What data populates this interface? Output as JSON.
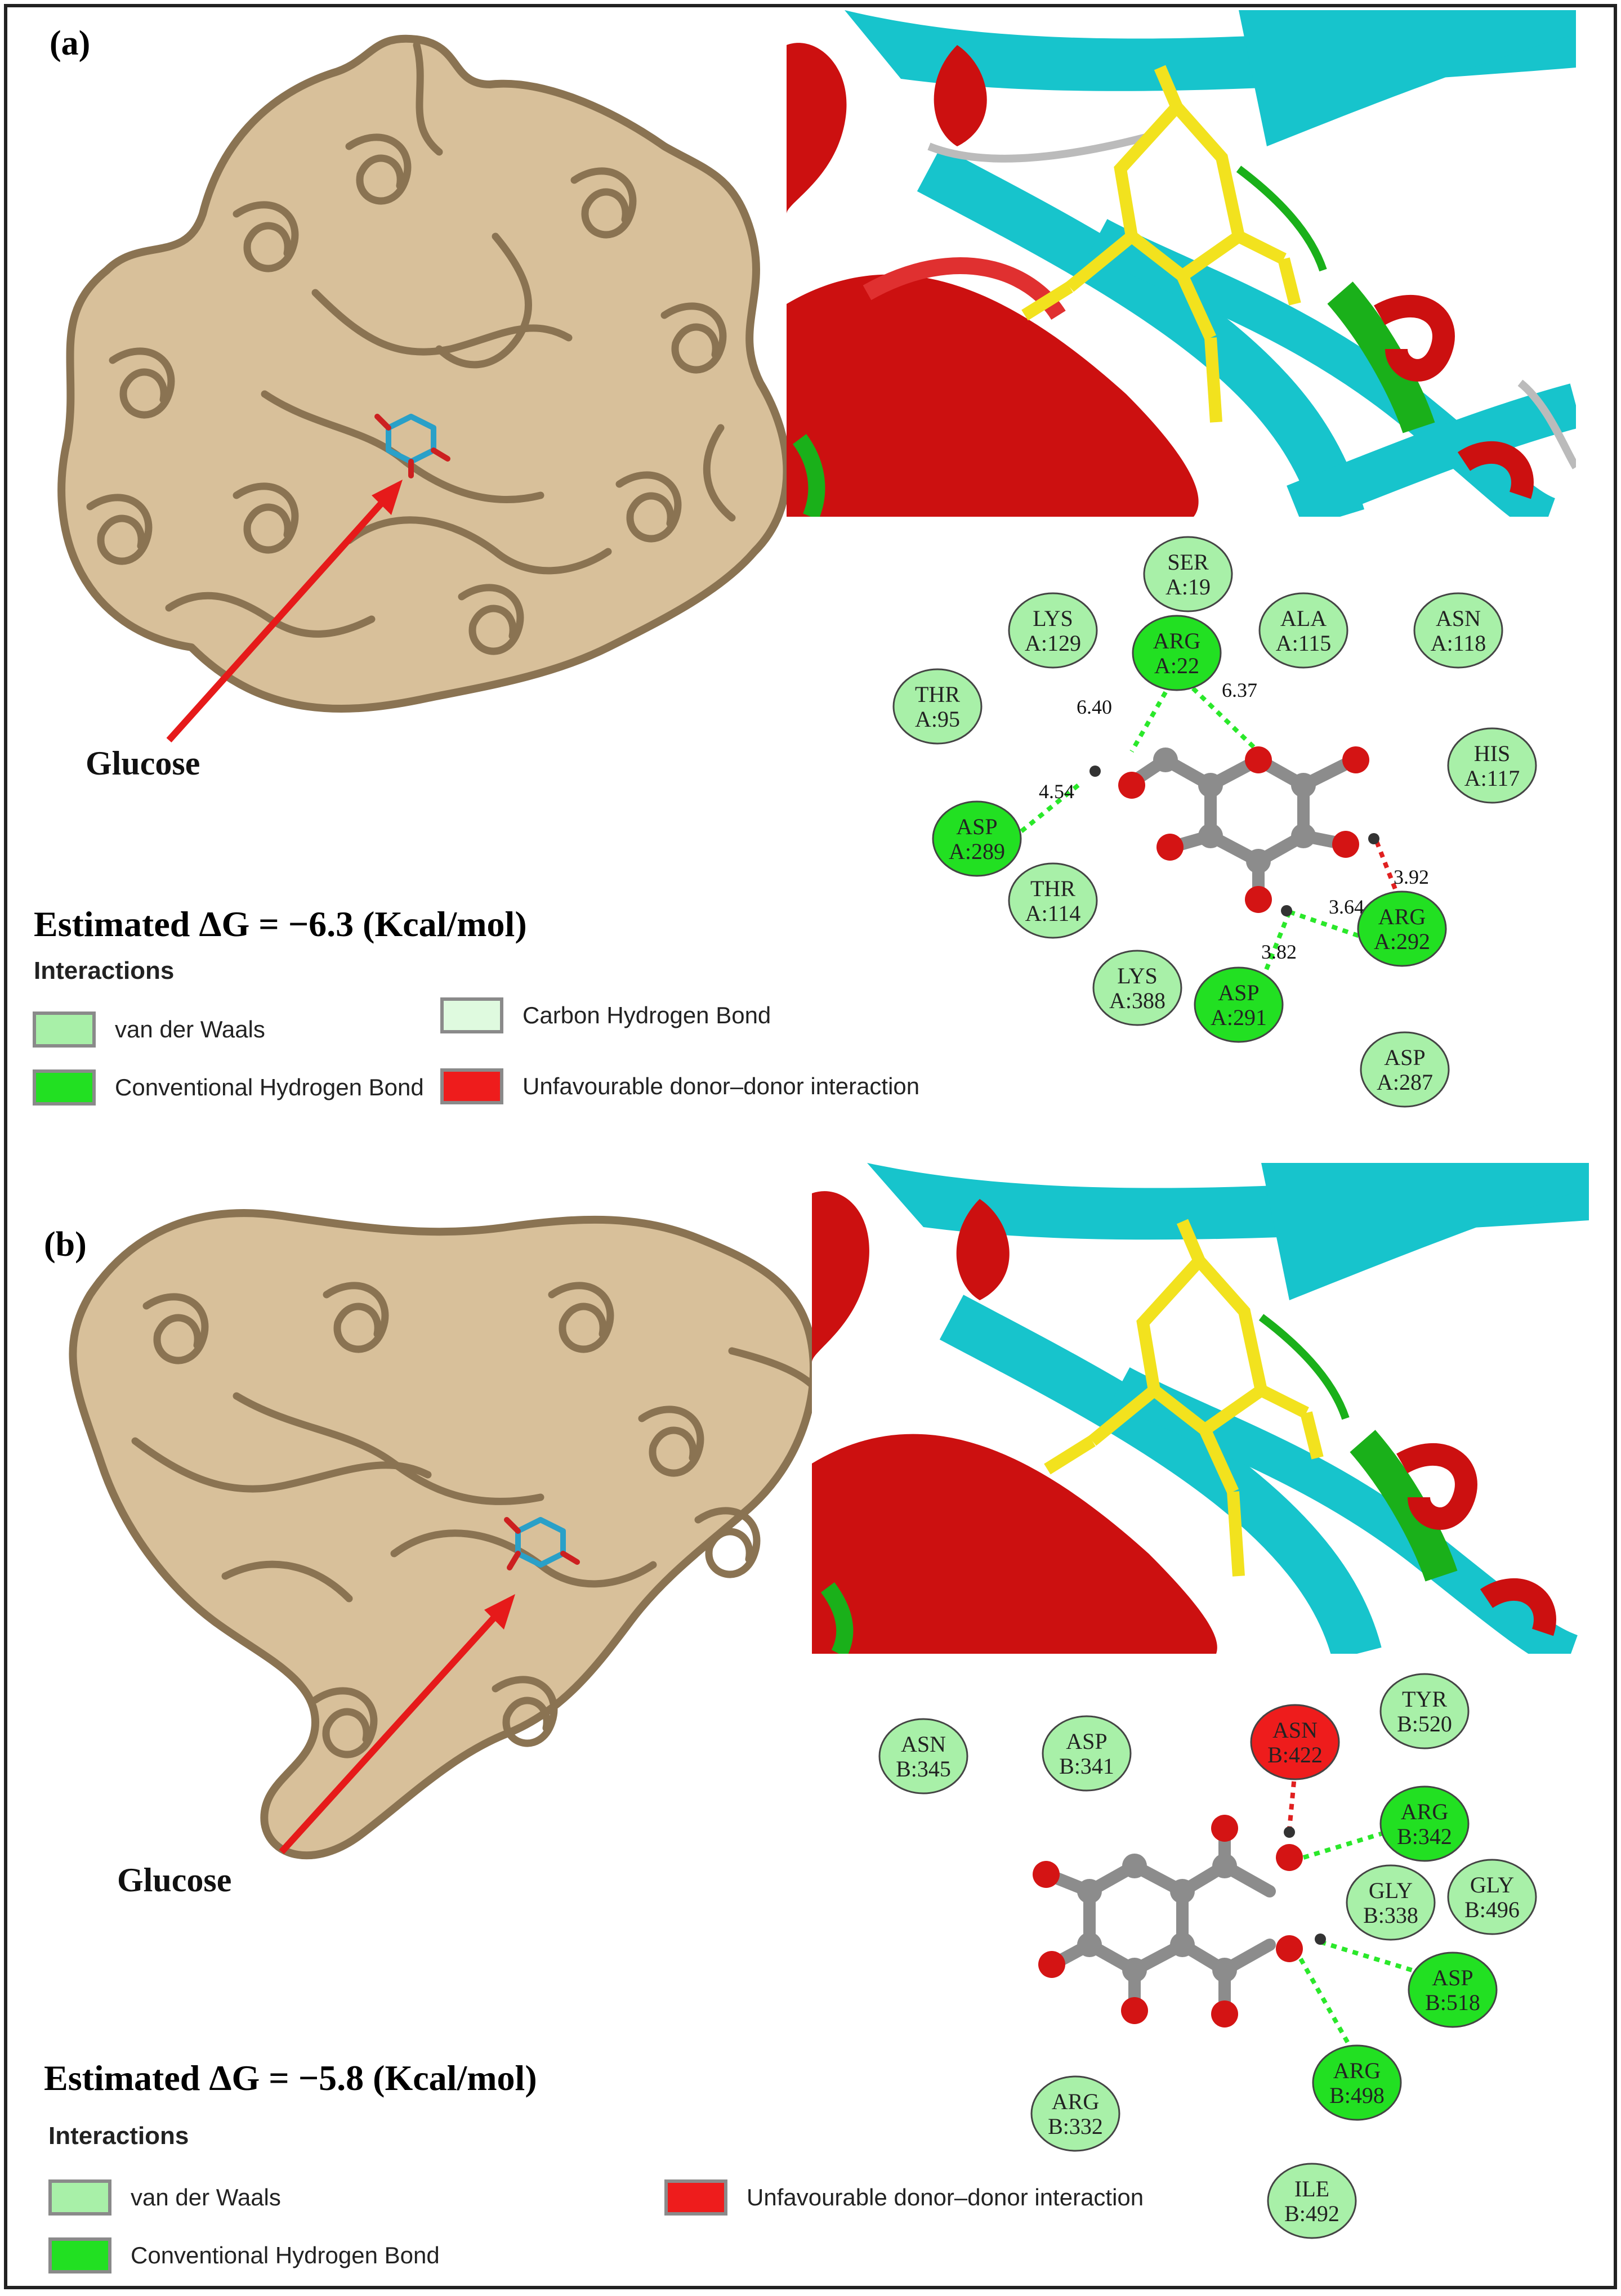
{
  "panel_a": {
    "label": "(a)",
    "ligand_label": "Glucose",
    "delta_g": "Estimated ΔG = −6.3 (Kcal/mol)",
    "interactions_title": "Interactions",
    "legend": [
      {
        "label": "van der Waals",
        "color": "#a8f0a8"
      },
      {
        "label": "Carbon Hydrogen Bond",
        "color": "#dffadf"
      },
      {
        "label": "Conventional Hydrogen Bond",
        "color": "#22e022"
      },
      {
        "label": "Unfavourable donor–donor interaction",
        "color": "#ee1c1c"
      }
    ],
    "residues": [
      {
        "id": "r-ser19",
        "line1": "SER",
        "line2": "A:19",
        "type": "vdw"
      },
      {
        "id": "r-lys129",
        "line1": "LYS",
        "line2": "A:129",
        "type": "vdw"
      },
      {
        "id": "r-ala115",
        "line1": "ALA",
        "line2": "A:115",
        "type": "vdw"
      },
      {
        "id": "r-asn118",
        "line1": "ASN",
        "line2": "A:118",
        "type": "vdw"
      },
      {
        "id": "r-arg22",
        "line1": "ARG",
        "line2": "A:22",
        "type": "hbond"
      },
      {
        "id": "r-thr95",
        "line1": "THR",
        "line2": "A:95",
        "type": "vdw"
      },
      {
        "id": "r-his117",
        "line1": "HIS",
        "line2": "A:117",
        "type": "vdw"
      },
      {
        "id": "r-asp289",
        "line1": "ASP",
        "line2": "A:289",
        "type": "hbond"
      },
      {
        "id": "r-thr114",
        "line1": "THR",
        "line2": "A:114",
        "type": "vdw"
      },
      {
        "id": "r-arg292",
        "line1": "ARG",
        "line2": "A:292",
        "type": "hbond"
      },
      {
        "id": "r-lys388",
        "line1": "LYS",
        "line2": "A:388",
        "type": "vdw"
      },
      {
        "id": "r-asp291",
        "line1": "ASP",
        "line2": "A:291",
        "type": "hbond"
      },
      {
        "id": "r-asp287",
        "line1": "ASP",
        "line2": "A:287",
        "type": "vdw"
      }
    ],
    "distances": [
      "6.40",
      "6.37",
      "4.54",
      "3.92",
      "3.64",
      "3.82"
    ]
  },
  "panel_b": {
    "label": "(b)",
    "ligand_label": "Glucose",
    "delta_g": "Estimated ΔG = −5.8 (Kcal/mol)",
    "interactions_title": "Interactions",
    "legend": [
      {
        "label": "van der Waals",
        "color": "#a8f0a8"
      },
      {
        "label": "Unfavourable donor–donor interaction",
        "color": "#ee1c1c"
      },
      {
        "label": "Conventional Hydrogen Bond",
        "color": "#22e022"
      }
    ],
    "residues": [
      {
        "id": "r-asn422",
        "line1": "ASN",
        "line2": "B:422",
        "type": "unfav"
      },
      {
        "id": "r-tyr520",
        "line1": "TYR",
        "line2": "B:520",
        "type": "vdw"
      },
      {
        "id": "r-asn345",
        "line1": "ASN",
        "line2": "B:345",
        "type": "vdw"
      },
      {
        "id": "r-asp341",
        "line1": "ASP",
        "line2": "B:341",
        "type": "vdw"
      },
      {
        "id": "r-arg342",
        "line1": "ARG",
        "line2": "B:342",
        "type": "hbond"
      },
      {
        "id": "r-gly338",
        "line1": "GLY",
        "line2": "B:338",
        "type": "vdw"
      },
      {
        "id": "r-gly496",
        "line1": "GLY",
        "line2": "B:496",
        "type": "vdw"
      },
      {
        "id": "r-asp518",
        "line1": "ASP",
        "line2": "B:518",
        "type": "hbond"
      },
      {
        "id": "r-arg498",
        "line1": "ARG",
        "line2": "B:498",
        "type": "hbond"
      },
      {
        "id": "r-arg332",
        "line1": "ARG",
        "line2": "B:332",
        "type": "vdw"
      },
      {
        "id": "r-ile492",
        "line1": "ILE",
        "line2": "B:492",
        "type": "vdw"
      }
    ]
  },
  "colors": {
    "protein_tan": "#d8c09a",
    "protein_outline": "#8a7352",
    "helix_red": "#cc1010",
    "strand_cyan": "#17c4cc",
    "coil_green": "#1ab01a",
    "ligand_yellow": "#f2e21e",
    "vdw_fill": "#a8f0a8",
    "hbond_fill": "#22e022",
    "unfav_fill": "#ee1c1c",
    "atom_carbon": "#8c8c8c",
    "atom_oxygen": "#d41414",
    "arrow_red": "#e61a1a"
  }
}
